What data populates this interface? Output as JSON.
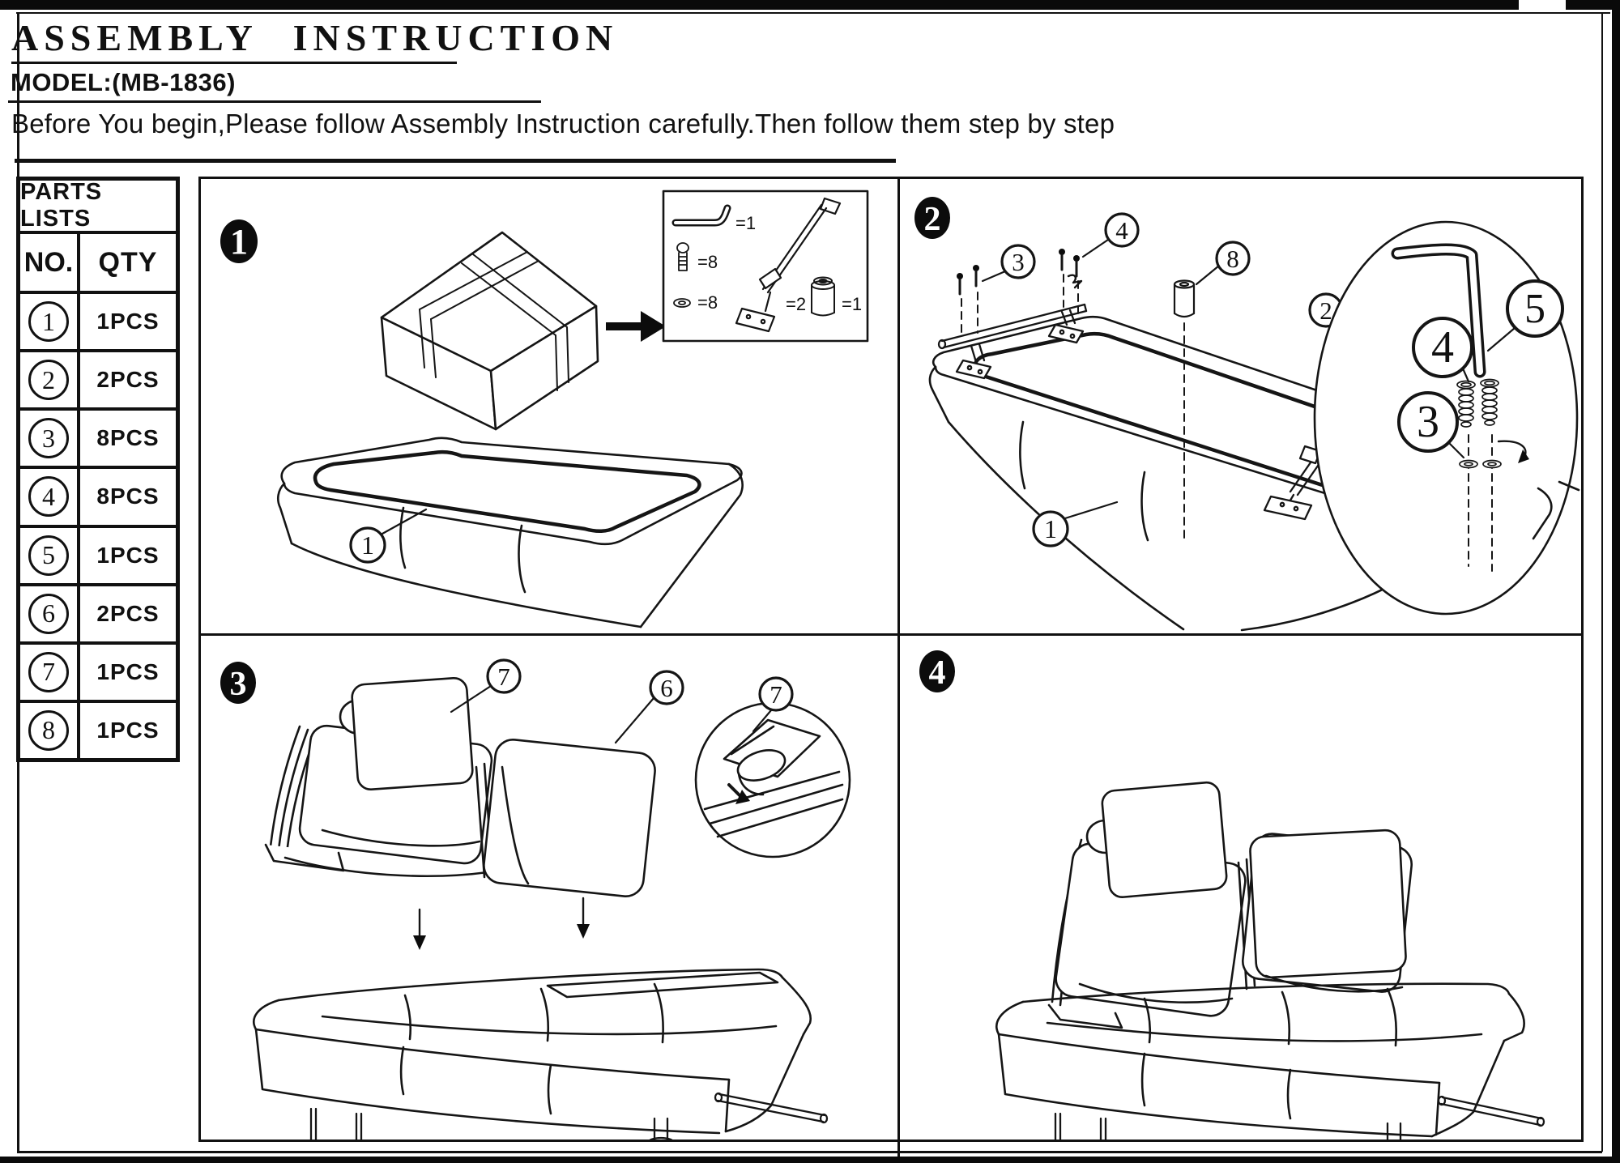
{
  "page": {
    "title": "ASSEMBLY INSTRUCTION",
    "model": "MODEL:(MB-1836)",
    "note": "Before You begin,Please follow Assembly Instruction carefully.Then follow them step by step"
  },
  "parts_list": {
    "title": "PARTS LISTS",
    "columns": {
      "no": "NO.",
      "qty": "QTY"
    },
    "rows": [
      {
        "no": "1",
        "qty": "1PCS"
      },
      {
        "no": "2",
        "qty": "2PCS"
      },
      {
        "no": "3",
        "qty": "8PCS"
      },
      {
        "no": "4",
        "qty": "8PCS"
      },
      {
        "no": "5",
        "qty": "1PCS"
      },
      {
        "no": "6",
        "qty": "2PCS"
      },
      {
        "no": "7",
        "qty": "1PCS"
      },
      {
        "no": "8",
        "qty": "1PCS"
      }
    ]
  },
  "steps": {
    "one": {
      "badge": "1",
      "hardware": {
        "allen_key": "=1",
        "screw": "=8",
        "washer": "=8",
        "leg": "=2",
        "foot": "=1"
      },
      "callouts": {
        "base": "1"
      }
    },
    "two": {
      "badge": "2",
      "callouts": {
        "c3": "3",
        "c4": "4",
        "c8": "8",
        "c5": "5",
        "c2": "2",
        "c1": "1"
      },
      "inset": {
        "c4": "4",
        "c5": "5",
        "c3": "3"
      }
    },
    "three": {
      "badge": "3",
      "callouts": {
        "c7": "7",
        "c6": "6",
        "inset_c7": "7"
      }
    },
    "four": {
      "badge": "4"
    }
  }
}
